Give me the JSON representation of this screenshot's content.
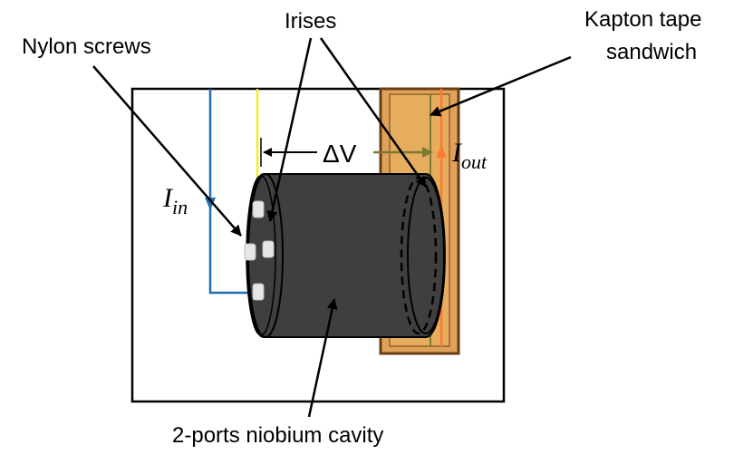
{
  "labels": {
    "nylon_screws": "Nylon screws",
    "irises": "Irises",
    "kapton_line1": "Kapton tape",
    "kapton_line2": "sandwich",
    "cavity": "2-ports niobium cavity",
    "delta_v": "ΔV",
    "i_in_main": "I",
    "i_in_sub": "in",
    "i_out_main": "I",
    "i_out_sub": "out"
  },
  "colors": {
    "cavity_body": "#3f3f3f",
    "cavity_edge": "#000000",
    "kapton_fill": "#dfa25a",
    "kapton_inner": "#e6ad5e",
    "kapton_edge": "#6b3d16",
    "wire_in": "#1f6fb5",
    "wire_yellow": "#f2ef2a",
    "wire_out": "#ff7a30",
    "wire_olive": "#7a7a32",
    "screw": "#e6e6e6"
  },
  "icons": [
    "screw-icon"
  ]
}
